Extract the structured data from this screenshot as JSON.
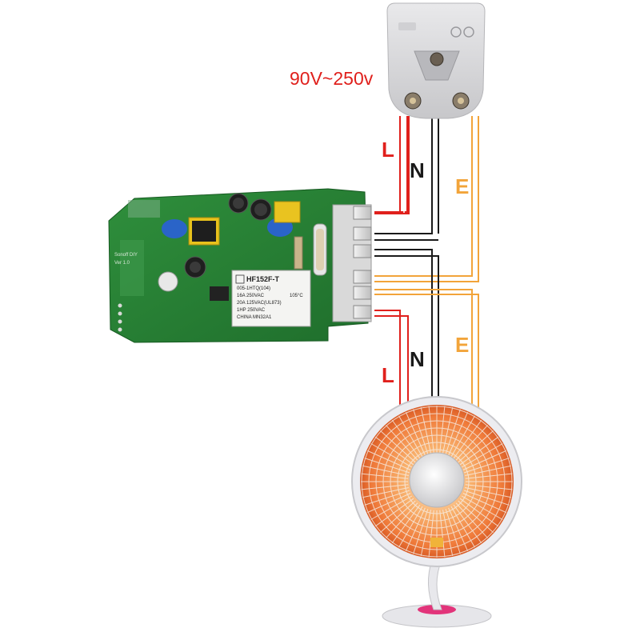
{
  "supply": {
    "voltage_label": "90V~250v",
    "voltage_color": "#e0201c"
  },
  "wires": {
    "live": {
      "letter": "L",
      "color": "#e0201c"
    },
    "neutral": {
      "letter": "N",
      "color": "#1a1a1a"
    },
    "earth": {
      "letter": "E",
      "color": "#f2a43a"
    }
  },
  "relay": {
    "model": "HF152F-T",
    "line2": "005-1HTQ(104)",
    "line3": "16A  250VAC",
    "line4": "20A  125VAC(UL873)",
    "line5": "1HP  250VAC",
    "line6": "CHINA MN32A1",
    "temp": "105°C"
  },
  "board": {
    "silkscreen": "Sonoff  DIY",
    "version": "Ver 1.0"
  }
}
